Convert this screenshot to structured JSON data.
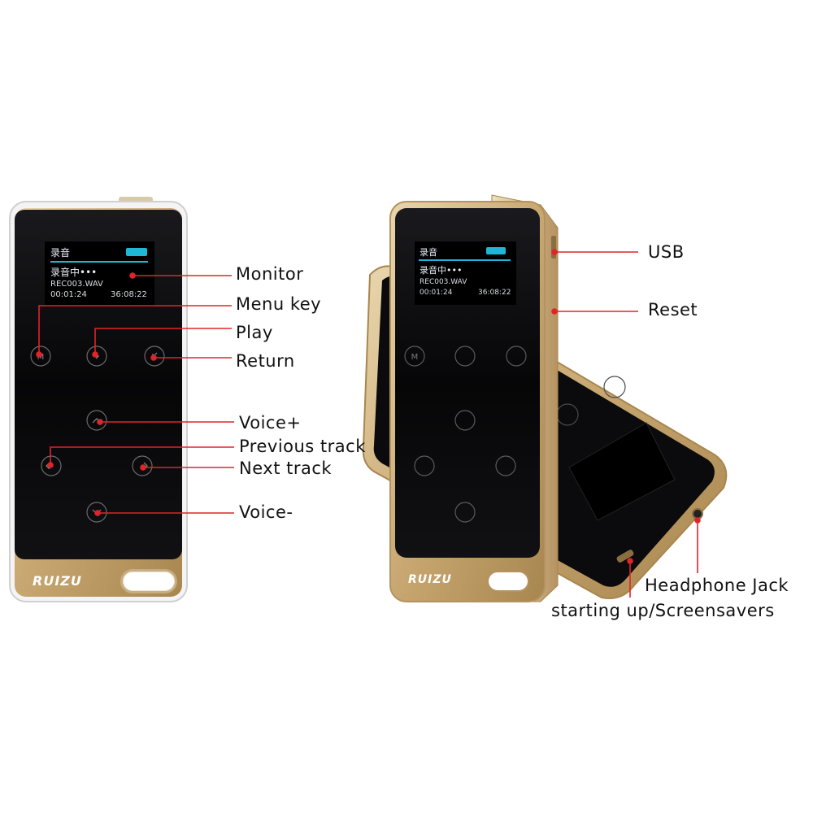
{
  "brand": "RUIZU",
  "screen": {
    "title": "录音",
    "status": "录音中•••",
    "filename": "REC003.WAV",
    "elapsed": "00:01:24",
    "total": "36:08:22"
  },
  "labels": {
    "monitor": "Monitor",
    "menu_key": "Menu key",
    "play": "Play",
    "return": "Return",
    "voice_plus": "Voice+",
    "previous_track": "Previous track",
    "next_track": "Next track",
    "voice_minus": "Voice-",
    "usb": "USB",
    "reset": "Reset",
    "headphone_jack": "Headphone Jack",
    "starting_up": "starting up/Screensavers"
  },
  "colors": {
    "gold": "#c8a771",
    "panel": "#0a0a0c",
    "callout": "#e0242a",
    "screen_accent": "#1fb7d6"
  },
  "icons": {
    "menu": "M",
    "play": "play-circle-icon",
    "return": "return-arrow-icon",
    "voice_up": "chevron-up-icon",
    "prev": "previous-track-icon",
    "next": "next-track-icon",
    "voice_down": "chevron-down-icon"
  }
}
